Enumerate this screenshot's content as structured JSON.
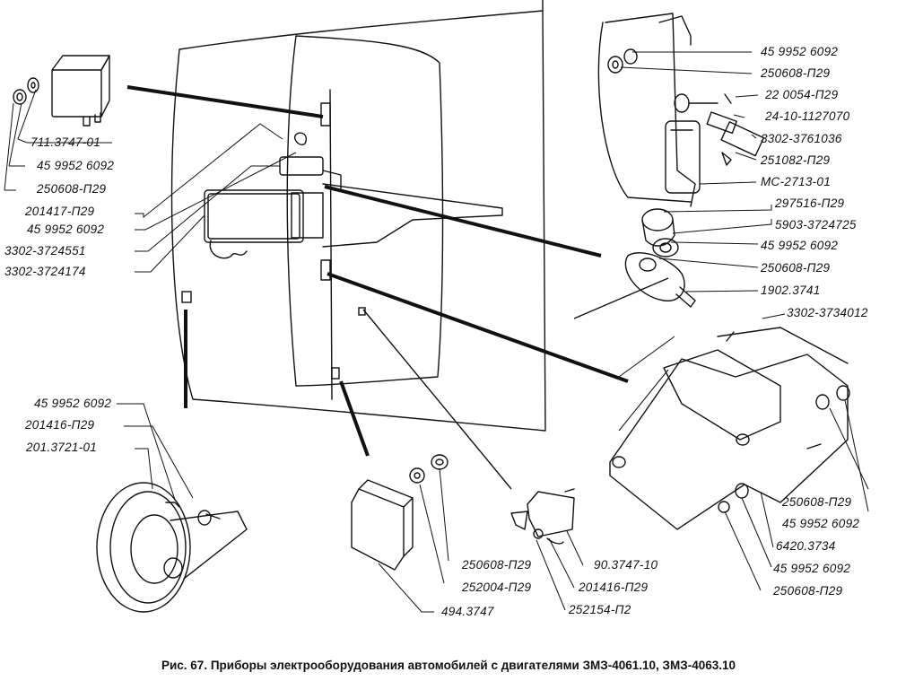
{
  "caption": "Рис. 67. Приборы электрооборудования автомобилей с двигателями ЗМЗ-4061.10, ЗМЗ-4063.10",
  "labels": {
    "left": {
      "relay_code": "711.3747-01",
      "washer_top": "45 9952 6092",
      "nut_top": "250608-П29",
      "bolt_a": "201417-П29",
      "washer_b": "45 9952 6092",
      "harness_a": "3302-3724551",
      "harness_b": "3302-3724174"
    },
    "horn": {
      "washer": "45 9952 6092",
      "bolt": "201416-П29",
      "horn_code": "201.3721-01"
    },
    "upper_right": {
      "washer": "45 9952 6092",
      "nut": "250608-П29",
      "screw": "22 0054-П29",
      "sensor": "24-10-1127070",
      "sleeve": "3302-3761036",
      "nut2": "251082-П29",
      "switch": "МС-2713-01"
    },
    "right": {
      "clip": "297516-П29",
      "cap": "5903-3724725",
      "washer": "45 9952 6092",
      "nut": "250608-П29",
      "motor": "1902.3741",
      "bracket": "3302-3734012",
      "nut_b": "250608-П29",
      "washer_b": "45 9952 6092",
      "unit": "6420.3734",
      "washer_c": "45 9952 6092",
      "nut_c": "250608-П29"
    },
    "bottom": {
      "nut": "250608-П29",
      "washer": "252004-П29",
      "relay": "494.3747",
      "relay2": "90.3747-10",
      "bolt": "201416-П29",
      "washer2": "252154-П2"
    }
  }
}
